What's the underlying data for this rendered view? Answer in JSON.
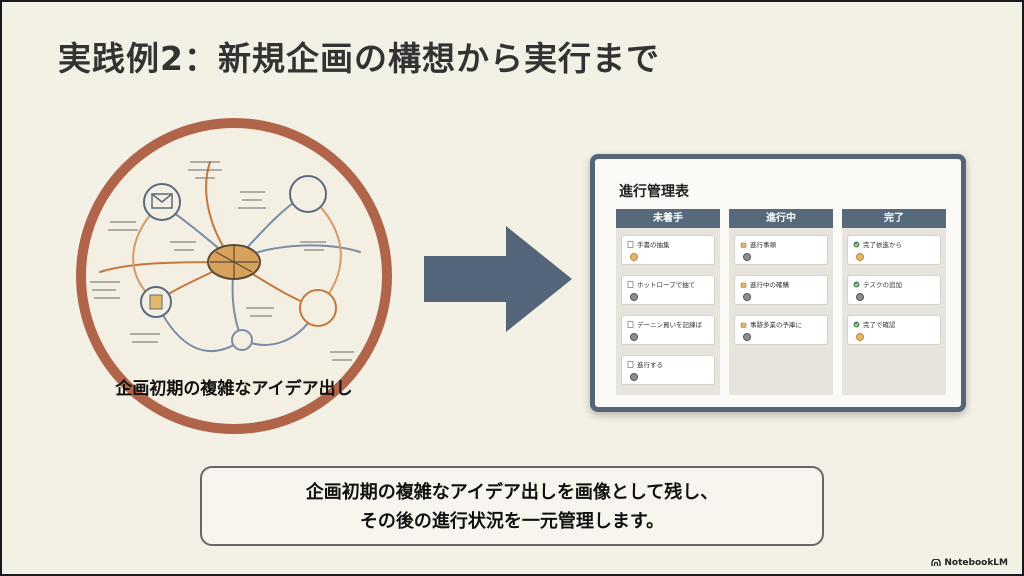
{
  "slide": {
    "title": "実践例2：新規企画の構想から実行まで",
    "circle_caption": "企画初期の複雑なアイデア出し",
    "summary_line1": "企画初期の複雑なアイデア出しを画像として残し、",
    "summary_line2": "その後の進行状況を一元管理します。",
    "brand": "NotebookLM"
  },
  "board": {
    "title": "進行管理表",
    "columns": [
      {
        "header": "未着手",
        "cards": [
          {
            "text": "手書の抽集"
          },
          {
            "text": "ホットロープで抽て"
          },
          {
            "text": "デーニン買いを記練ば"
          },
          {
            "text": "進行する"
          }
        ]
      },
      {
        "header": "進行中",
        "cards": [
          {
            "text": "進行事順"
          },
          {
            "text": "進行中の確購"
          },
          {
            "text": "事跡多業の予庫に"
          }
        ]
      },
      {
        "header": "完了",
        "cards": [
          {
            "text": "完了依進から"
          },
          {
            "text": "テスクの追加"
          },
          {
            "text": "完了で確認"
          }
        ]
      }
    ]
  },
  "colors": {
    "background": "#f3f0e6",
    "circle_ring": "#b0654a",
    "arrow": "#546579",
    "column_header": "#576a7c"
  }
}
